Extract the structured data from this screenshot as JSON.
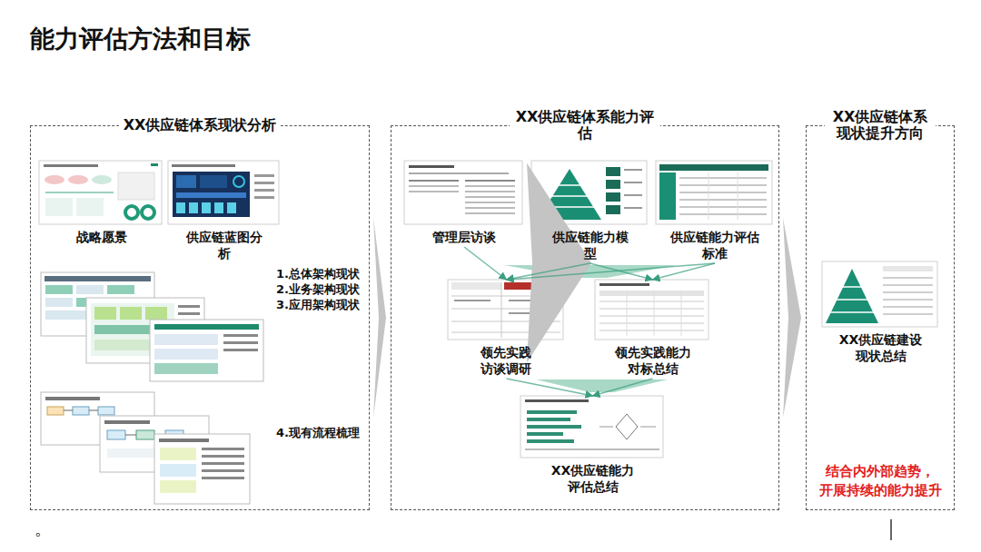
{
  "diagram": {
    "title": "能力评估方法和目标",
    "nodes": [
      {
        "text": [
          "XX供应链体系现状分析"
        ]
      },
      {
        "text": [
          "战略愿景"
        ],
        "in": 0
      },
      {
        "text": [
          "供应链蓝图分析"
        ],
        "in": 0
      },
      {
        "text": [
          "1.总体架构现状",
          "2.业务架构现状",
          "3.应用架构现状"
        ],
        "in": 0
      },
      {
        "text": [
          "4.现有流程梳理"
        ],
        "in": 0
      },
      {
        "text": [
          "XX供应链体系能力评估"
        ]
      },
      {
        "text": [
          "管理层访谈"
        ],
        "in": 5
      },
      {
        "text": [
          "供应链能力模型"
        ],
        "in": 5
      },
      {
        "text": [
          "供应链能力评估标准"
        ],
        "in": 5
      },
      {
        "text": [
          "领先实践 访谈调研"
        ],
        "in": 5
      },
      {
        "text": [
          "领先实践能力 对标总结"
        ],
        "in": 5
      },
      {
        "text": [
          "XX供应链能力 评估总结"
        ],
        "in": 5
      },
      {
        "text": [
          "XX供应链体系现状提升方向",
          "结合内外部趋势， 开展持续的能力提升"
        ]
      },
      {
        "text": [
          "XX供应链建设 现状总结"
        ],
        "in": 12
      }
    ],
    "edges": [
      {
        "from": 0,
        "to": 5,
        "arrow": "to"
      },
      {
        "from": 5,
        "to": 12,
        "arrow": "to"
      },
      {
        "from": 6,
        "to": 9,
        "arrow": "to"
      },
      {
        "from": 6,
        "to": 10,
        "arrow": "to"
      },
      {
        "from": 7,
        "to": 9,
        "arrow": "to"
      },
      {
        "from": 7,
        "to": 10,
        "arrow": "to"
      },
      {
        "from": 8,
        "to": 9,
        "arrow": "to"
      },
      {
        "from": 8,
        "to": 10,
        "arrow": "to"
      },
      {
        "from": 9,
        "to": 11,
        "arrow": "to"
      },
      {
        "from": 10,
        "to": 11,
        "arrow": "to"
      }
    ],
    "labels": [
      "。"
    ]
  }
}
